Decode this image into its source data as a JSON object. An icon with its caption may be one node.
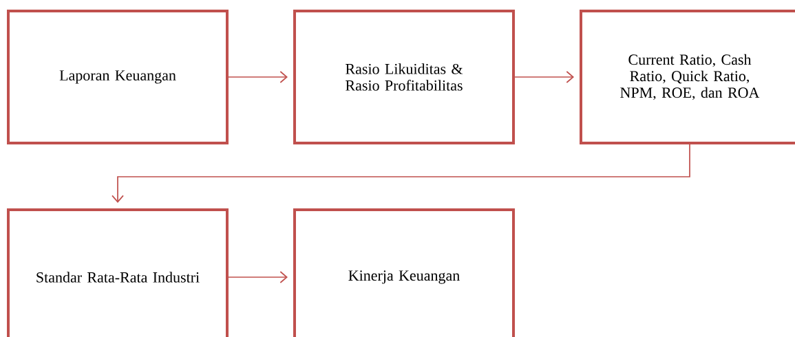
{
  "diagram": {
    "nodes": [
      {
        "text": [
          "Laporan Keuangan"
        ]
      },
      {
        "text": [
          "Rasio Likuiditas & Rasio Profitabilitas"
        ]
      },
      {
        "text": [
          "Current Ratio, Cash Ratio, Quick Ratio, NPM, ROE, dan ROA"
        ]
      },
      {
        "text": [
          "Standar Rata-Rata Industri"
        ]
      },
      {
        "text": [
          "Kinerja Keuangan"
        ]
      }
    ],
    "edges": [
      {
        "from": 0,
        "to": 1,
        "arrow": "to"
      },
      {
        "from": 1,
        "to": 2,
        "arrow": "to"
      },
      {
        "from": 2,
        "to": 3,
        "arrow": "to"
      },
      {
        "from": 3,
        "to": 4,
        "arrow": "to"
      }
    ]
  }
}
